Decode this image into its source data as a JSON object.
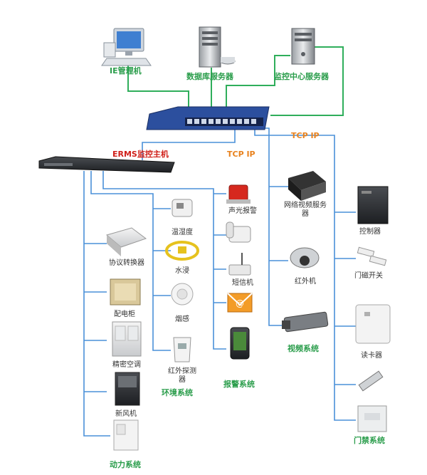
{
  "top_nodes": {
    "ie_manager": "IE管理机",
    "db_server": "数据库服务器",
    "monitor_server": "监控中心服务器"
  },
  "protocol_labels": [
    "TCP IP",
    "TCP IP"
  ],
  "host_label": "ERMS监控主机",
  "env_system": {
    "title": "环境系统",
    "items": [
      "温湿度",
      "水浸",
      "烟感",
      "红外探测器"
    ]
  },
  "power_system": {
    "title": "动力系统",
    "items": [
      "协议转换器",
      "配电柜",
      "精密空调",
      "新风机"
    ]
  },
  "alarm_system": {
    "title": "报警系统",
    "items": [
      "声光报警",
      "短信机"
    ]
  },
  "video_system": {
    "title": "视频系统",
    "items": [
      "网络视频服务器",
      "红外机"
    ]
  },
  "access_system": {
    "title": "门禁系统",
    "items": [
      "控制器",
      "门磁开关",
      "读卡器"
    ]
  },
  "colors": {
    "bus_line": "#4a90d9",
    "top_line": "#2fae5b",
    "tcp_label": "#e8821e",
    "host_label": "#d0201a",
    "group_title": "#2a9d4b"
  }
}
